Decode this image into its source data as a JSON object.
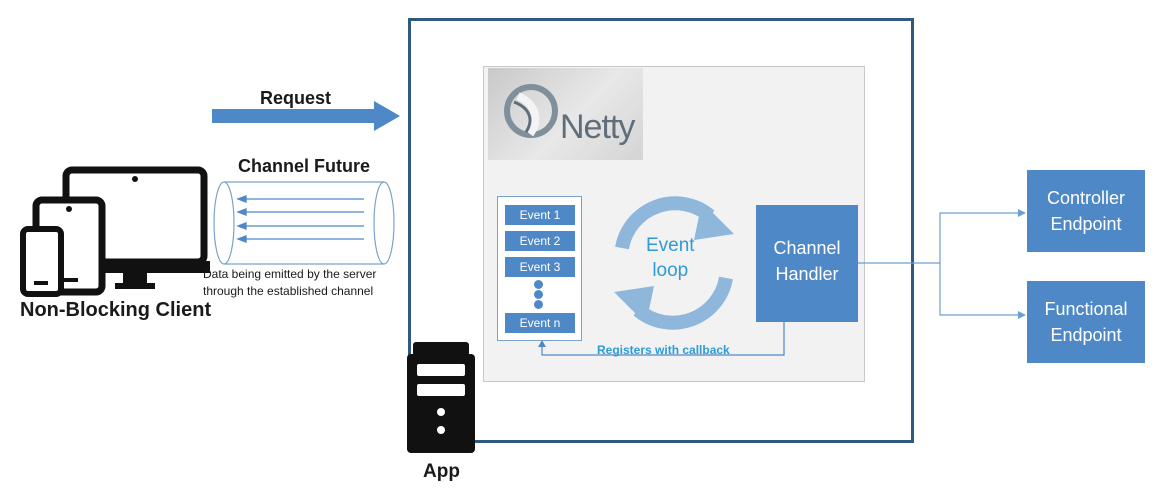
{
  "diagram": {
    "client_label": "Non-Blocking Client",
    "request_label": "Request",
    "channel_future_label": "Channel Future",
    "data_caption_line1": "Data being emitted by the server",
    "data_caption_line2": "through the established channel",
    "app_label": "App",
    "netty_logo_text": "Netty",
    "events": [
      "Event 1",
      "Event 2",
      "Event 3",
      "Event n"
    ],
    "event_loop_line1": "Event",
    "event_loop_line2": "loop",
    "handler_line1": "Channel",
    "handler_line2": "Handler",
    "callback_label": "Registers with callback",
    "endpoints": [
      {
        "line1": "Controller",
        "line2": "Endpoint"
      },
      {
        "line1": "Functional",
        "line2": "Endpoint"
      }
    ]
  },
  "colors": {
    "accent_blue": "#4f88c7",
    "label_blue": "#2e9bd6",
    "frame_blue": "#2f5a7e",
    "panel_gray": "#f2f2f2"
  }
}
